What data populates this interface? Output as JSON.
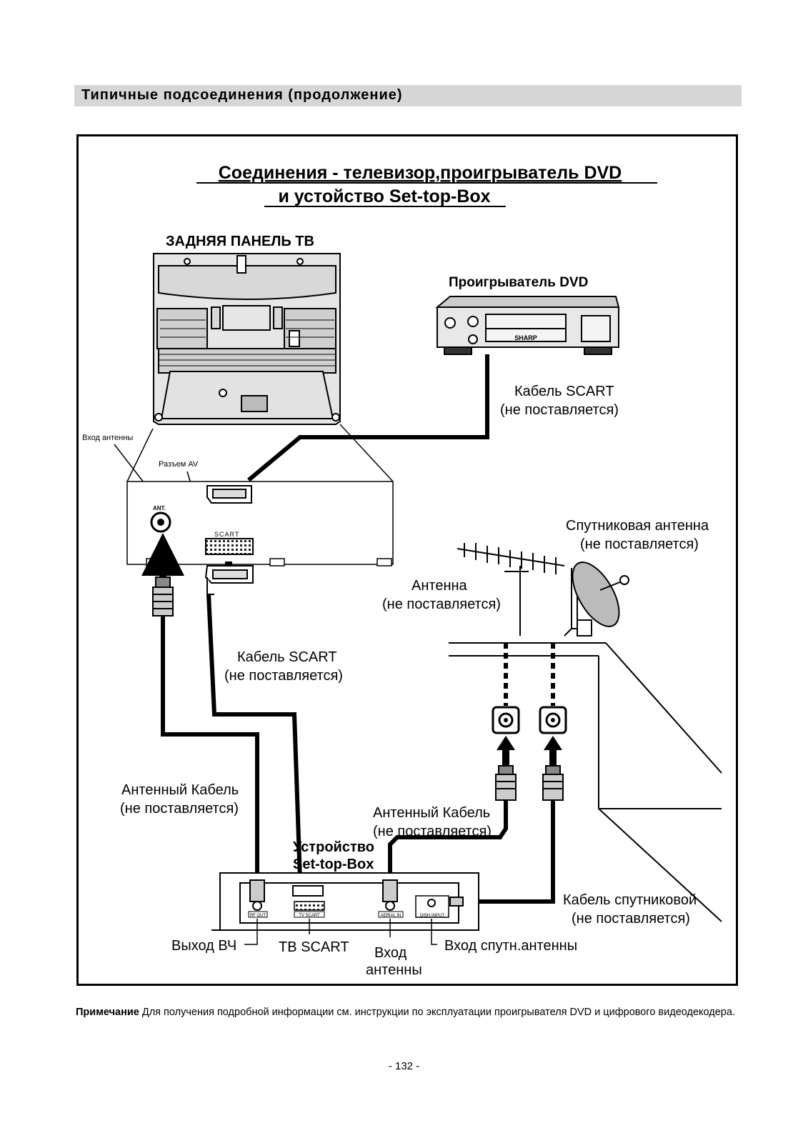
{
  "section_title": "Типичные подсоединения (продолжение)",
  "diagram": {
    "title_line1": "Соединения - телевизор,проигрыватель DVD",
    "title_line2": "и устойство Set-top-Box",
    "tv_back_panel": "ЗАДНЯЯ ПАНЕЛЬ ТВ",
    "dvd_player": "Проигрыватель DVD",
    "dvd_brand": "SHARP",
    "scart_cable_1_line1": "Кабель SCART",
    "scart_cable_1_line2": "(не поставляется)",
    "antenna_input": "Вход антенны",
    "av_connector": "Разъем AV",
    "ant_port": "ANT.",
    "scart_port": "SCART",
    "satellite_antenna_line1": "Спутниковая антенна",
    "satellite_antenna_line2": "(не поставляется)",
    "antenna_line1": "Антенна",
    "antenna_line2": "(не поставляется)",
    "scart_cable_2_line1": "Кабель SCART",
    "scart_cable_2_line2": "(не поставляется)",
    "antenna_cable_1_line1": "Антенный Кабель",
    "antenna_cable_1_line2": "(не поставляется)",
    "antenna_cable_2_line1": "Антенный Кабель",
    "antenna_cable_2_line2": "(не поставляется)",
    "stb_line1": "Устройство",
    "stb_line2": "Set-top-Box",
    "stb_port_rf_out": "RF OUT",
    "stb_port_tv_scart": "TV SCART",
    "stb_port_aerial_in": "AERIAL IN",
    "stb_port_dish_input": "DISH INPUT",
    "satellite_cable_line1": "Кабель спутниковой",
    "satellite_cable_line2": "(не поставляется)",
    "rf_output": "Выход ВЧ",
    "tv_scart": "ТВ SCART",
    "antenna_in_line1": "Вход",
    "antenna_in_line2": "антенны",
    "satellite_in": "Вход спутн.антенны"
  },
  "note": {
    "label": "Примечание",
    "text": " Для получения подробной информации см. инструкции по эксплуатации проигрывателя DVD и цифрового видеодекодера."
  },
  "page_number": "- 132 -"
}
